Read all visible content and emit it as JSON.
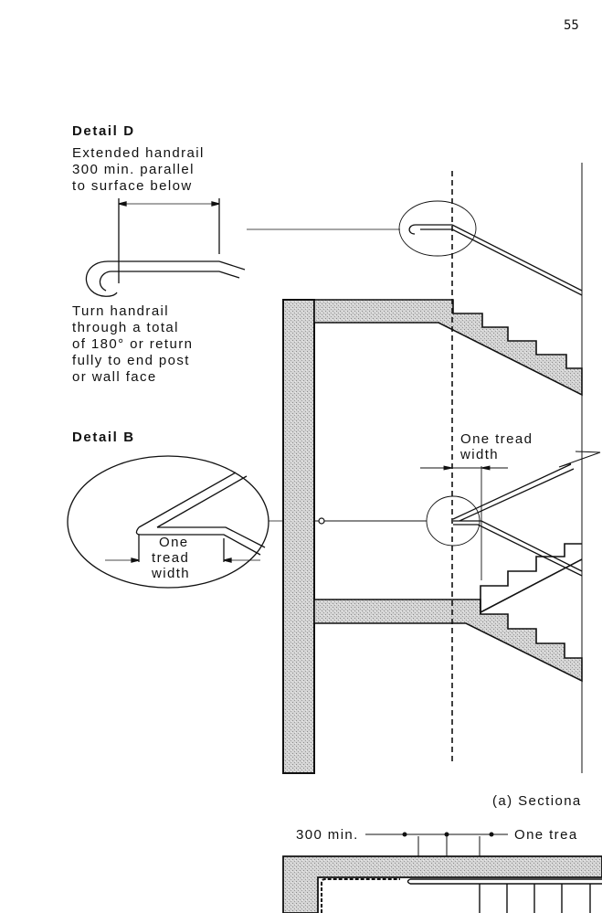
{
  "page": {
    "number": "55"
  },
  "detail_d": {
    "heading": "Detail D",
    "note_lines": [
      "Extended handrail",
      "300 min. parallel",
      "to surface below"
    ],
    "turn_lines": [
      "Turn handrail",
      "through a total",
      "of 180° or return",
      "fully to end post",
      "or wall face"
    ]
  },
  "detail_b": {
    "heading": "Detail B",
    "label_lines": [
      "One",
      "tread",
      "width"
    ]
  },
  "section": {
    "tread_label_lines": [
      "One tread",
      "width"
    ],
    "caption": "(a) Sectiona"
  },
  "plan": {
    "dim_300": "300 min.",
    "dim_tread": "One trea"
  },
  "colors": {
    "ink": "#111111",
    "hatch": "#c9c9c9"
  }
}
